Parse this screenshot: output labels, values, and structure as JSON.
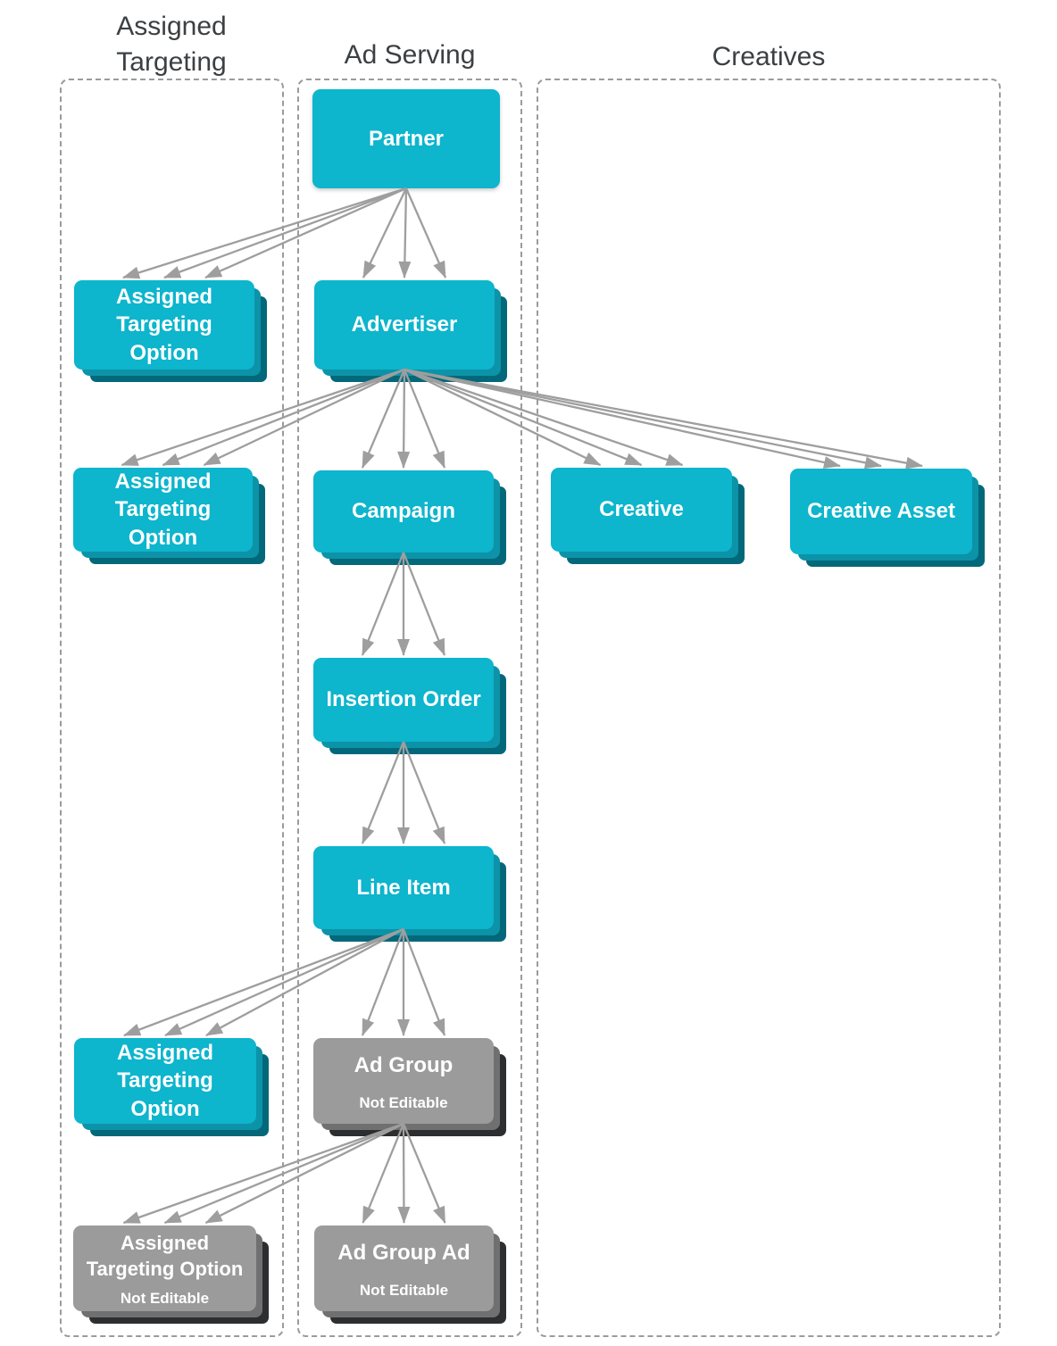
{
  "columns": [
    {
      "id": "assigned-targeting",
      "label": "Assigned Targeting"
    },
    {
      "id": "ad-serving",
      "label": "Ad Serving"
    },
    {
      "id": "creatives",
      "label": "Creatives"
    }
  ],
  "nodes": [
    {
      "id": "partner",
      "label": "Partner",
      "column": "ad-serving",
      "stacked": false,
      "variant": "entity"
    },
    {
      "id": "assigned_targeting_option_1",
      "label": "Assigned Targeting Option",
      "column": "assigned-targeting",
      "stacked": true,
      "variant": "entity"
    },
    {
      "id": "advertiser",
      "label": "Advertiser",
      "column": "ad-serving",
      "stacked": true,
      "variant": "entity"
    },
    {
      "id": "assigned_targeting_option_2",
      "label": "Assigned Targeting Option",
      "column": "assigned-targeting",
      "stacked": true,
      "variant": "entity"
    },
    {
      "id": "campaign",
      "label": "Campaign",
      "column": "ad-serving",
      "stacked": true,
      "variant": "entity"
    },
    {
      "id": "creative",
      "label": "Creative",
      "column": "creatives",
      "stacked": true,
      "variant": "entity"
    },
    {
      "id": "creative_asset",
      "label": "Creative Asset",
      "column": "creatives",
      "stacked": true,
      "variant": "entity"
    },
    {
      "id": "insertion_order",
      "label": "Insertion Order",
      "column": "ad-serving",
      "stacked": true,
      "variant": "entity"
    },
    {
      "id": "line_item",
      "label": "Line Item",
      "column": "ad-serving",
      "stacked": true,
      "variant": "entity"
    },
    {
      "id": "assigned_targeting_option_3",
      "label": "Assigned Targeting Option",
      "column": "assigned-targeting",
      "stacked": true,
      "variant": "entity"
    },
    {
      "id": "ad_group",
      "label": "Ad Group",
      "sublabel": "Not Editable",
      "column": "ad-serving",
      "stacked": true,
      "variant": "not-editable"
    },
    {
      "id": "assigned_targeting_option_not_editable",
      "label": "Assigned Targeting Option",
      "sublabel": "Not Editable",
      "column": "assigned-targeting",
      "stacked": true,
      "variant": "not-editable"
    },
    {
      "id": "ad_group_ad",
      "label": "Ad Group Ad",
      "sublabel": "Not Editable",
      "column": "ad-serving",
      "stacked": true,
      "variant": "not-editable"
    }
  ],
  "edges": [
    {
      "from": "partner",
      "to": "assigned_targeting_option_1"
    },
    {
      "from": "partner",
      "to": "advertiser"
    },
    {
      "from": "advertiser",
      "to": "assigned_targeting_option_2"
    },
    {
      "from": "advertiser",
      "to": "campaign"
    },
    {
      "from": "advertiser",
      "to": "creative"
    },
    {
      "from": "advertiser",
      "to": "creative_asset"
    },
    {
      "from": "campaign",
      "to": "insertion_order"
    },
    {
      "from": "insertion_order",
      "to": "line_item"
    },
    {
      "from": "line_item",
      "to": "assigned_targeting_option_3"
    },
    {
      "from": "line_item",
      "to": "ad_group"
    },
    {
      "from": "ad_group",
      "to": "assigned_targeting_option_not_editable"
    },
    {
      "from": "ad_group",
      "to": "ad_group_ad"
    }
  ],
  "colors": {
    "entity": "#0db5cd",
    "entity_mid": "#0c93a8",
    "entity_dark": "#02687a",
    "not_editable": "#9b9b9b",
    "not_editable_mid": "#707070",
    "not_editable_dark": "#2d2e30",
    "arrow": "#9e9e9e",
    "frame_border": "#9b9b9b",
    "header_text": "#3c4043"
  }
}
